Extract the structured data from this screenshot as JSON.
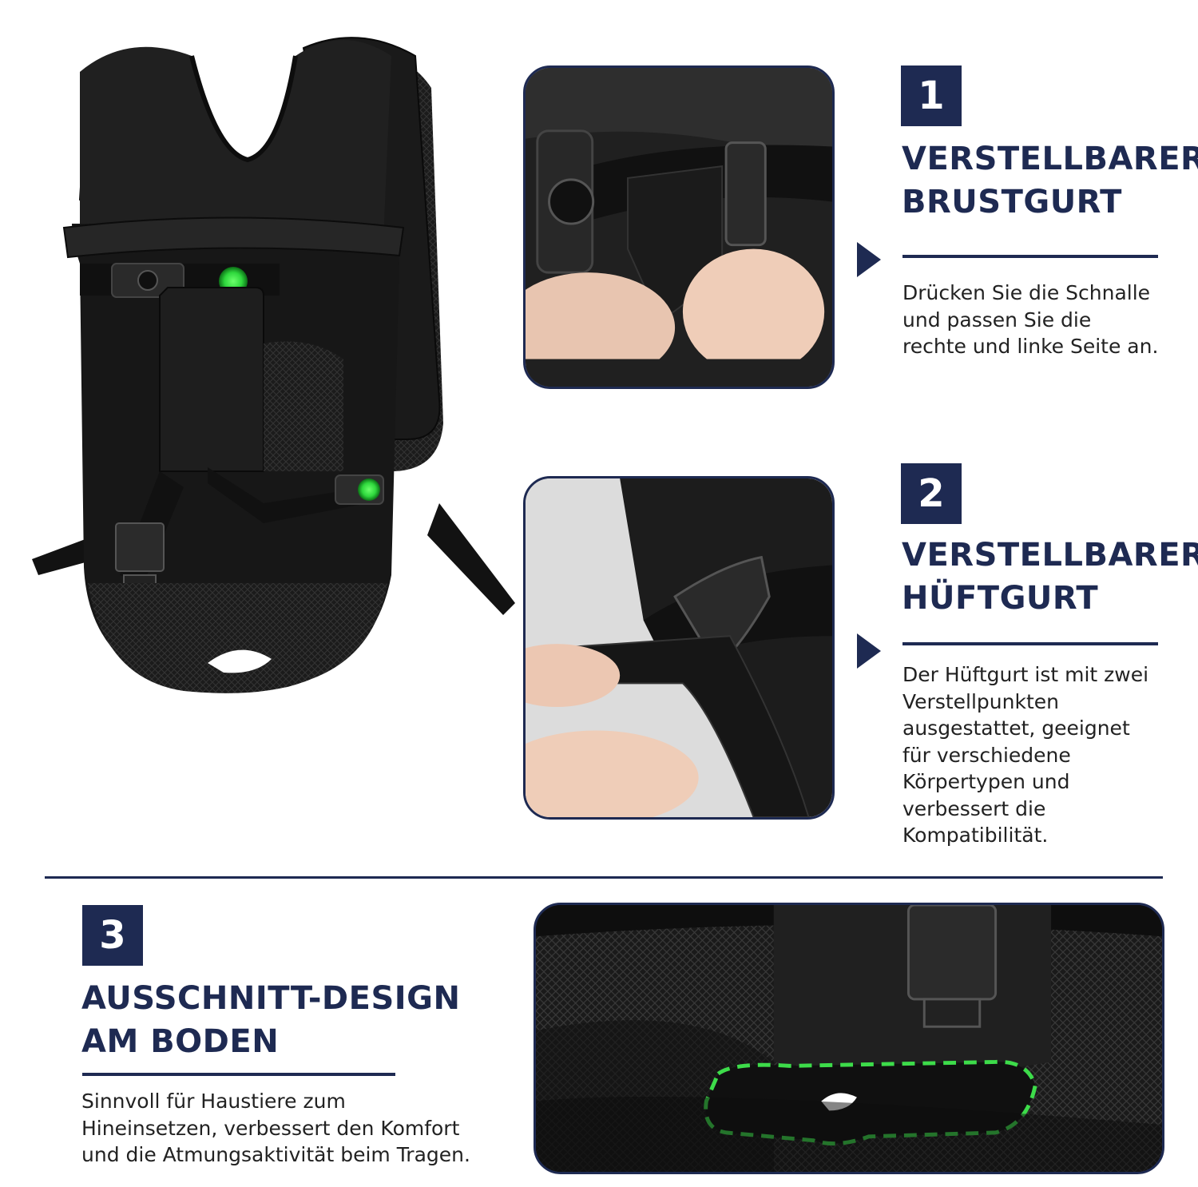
{
  "features": [
    {
      "number": "1",
      "title_line1": "VERSTELLBARER",
      "title_line2": "BRUSTGURT",
      "desc_lines": [
        "Drücken Sie die Schnalle",
        "und passen Sie die",
        "rechte und linke Seite an."
      ]
    },
    {
      "number": "2",
      "title_line1": "VERSTELLBARER",
      "title_line2": "HÜFTGURT",
      "desc_lines": [
        "Der Hüftgurt ist mit zwei",
        "Verstellpunkten",
        "ausgestattet, geeignet",
        "für verschiedene",
        "Körpertypen und",
        "verbessert die",
        "Kompatibilität."
      ]
    },
    {
      "number": "3",
      "title_line1": "AUSSCHNITT-DESIGN",
      "title_line2": "AM BODEN",
      "desc_lines": [
        "Sinnvoll für Haustiere zum",
        "Hineinsetzen, verbessert den Komfort",
        "und die Atmungsaktivität beim Tragen."
      ]
    }
  ],
  "colors": {
    "navy": "#1e2a52",
    "accent_green": "#3ddc4a",
    "product_black": "#151515"
  }
}
